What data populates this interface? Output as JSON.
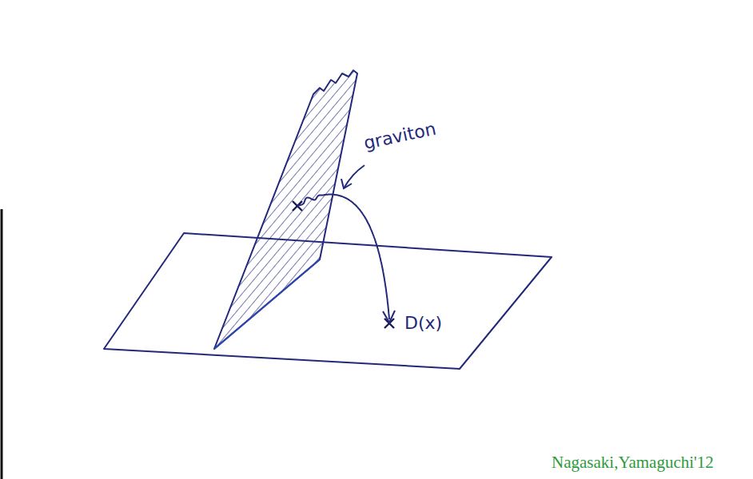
{
  "diagram": {
    "labels": [
      "graviton",
      "D(x)",
      "Nagasaki,Yamaguchi'12"
    ]
  }
}
